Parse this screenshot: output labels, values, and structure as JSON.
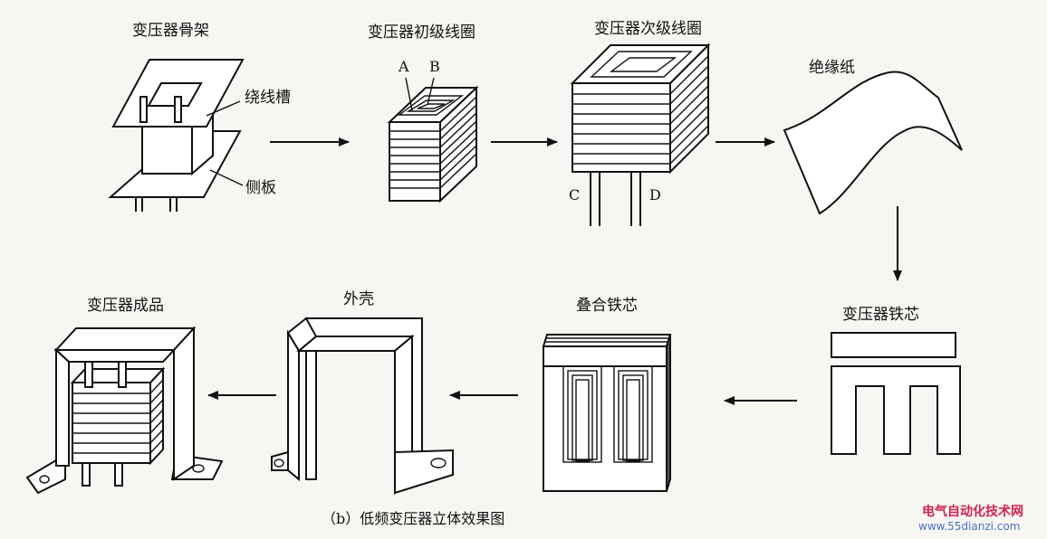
{
  "labels": {
    "bobbin": "变压器骨架",
    "winding_slot": "绕线槽",
    "side_plate": "侧板",
    "primary_coil": "变压器初级线圈",
    "secondary_coil": "变压器次级线圈",
    "insulating_paper": "绝缘纸",
    "iron_core": "变压器铁芯",
    "stacked_core": "叠合铁芯",
    "shell": "外壳",
    "finished": "变压器成品"
  },
  "terminals": {
    "a": "A",
    "b": "B",
    "c": "C",
    "d": "D"
  },
  "caption": "（b）低频变压器立体效果图",
  "watermark": {
    "site_name": "电气自动化技术网",
    "url": "www.55dianzi.com"
  }
}
